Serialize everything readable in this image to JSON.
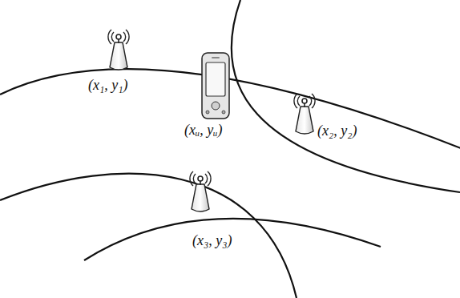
{
  "diagram": {
    "labels": [
      "(x₁, y₁)",
      "(xᵤ, yᵤ)",
      "(x₂, y₂)",
      "(x₃, y₃)"
    ]
  }
}
